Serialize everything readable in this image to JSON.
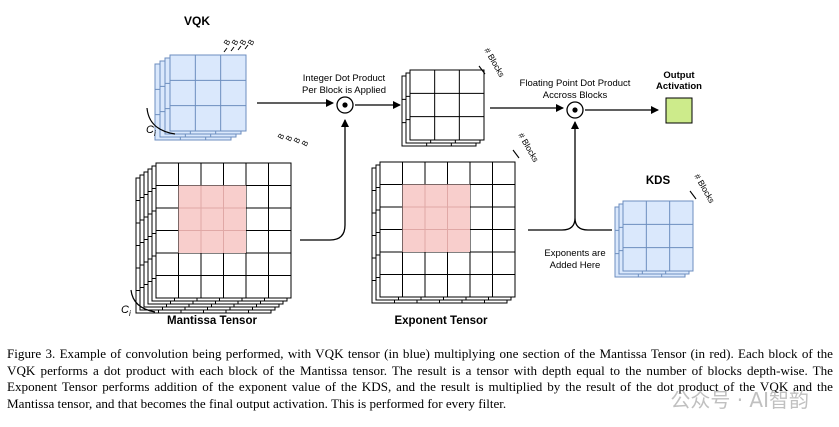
{
  "diagram": {
    "vqk": {
      "title": "VQK",
      "block_labels": [
        "B",
        "B",
        "B",
        "B"
      ],
      "depth_label": "C",
      "depth_sub": "i"
    },
    "mantissa": {
      "title": "Mantissa Tensor",
      "block_labels": [
        "B",
        "B",
        "B",
        "B"
      ],
      "depth_label": "C",
      "depth_sub": "i"
    },
    "integer_step": {
      "line1": "Integer Dot Product",
      "line2": "Per Block is Applied"
    },
    "intermediate": {
      "depth_label": "# Blocks"
    },
    "exponent": {
      "title": "Exponent Tensor",
      "depth_label": "# Blocks"
    },
    "float_step": {
      "line1": "Floating Point Dot Product",
      "line2": "Accross Blocks"
    },
    "output": {
      "line1": "Output",
      "line2": "Activation"
    },
    "kds": {
      "title": "KDS",
      "depth_label": "# Blocks"
    },
    "exponent_note": {
      "line1": "Exponents are",
      "line2": "Added Here"
    }
  },
  "colors": {
    "vqk_fill": "#dae8fc",
    "vqk_stroke": "#6c8ebf",
    "highlight_fill": "#f8cecc",
    "output_fill": "#cdeb8b",
    "line": "#000000"
  },
  "caption": "Figure 3. Example of convolution being performed, with VQK tensor (in blue) multiplying one section of the Mantissa Tensor (in red). Each block of the VQK performs a dot product with each block of the Mantissa tensor. The result is a tensor with depth equal to the number of blocks depth-wise. The Exponent Tensor performs addition of the exponent value of the KDS, and the result is multiplied by the result of the dot product of the VQK and the Mantissa tensor, and that becomes the final output activation. This is performed for every filter.",
  "watermark": "公众号 · AI智韵"
}
